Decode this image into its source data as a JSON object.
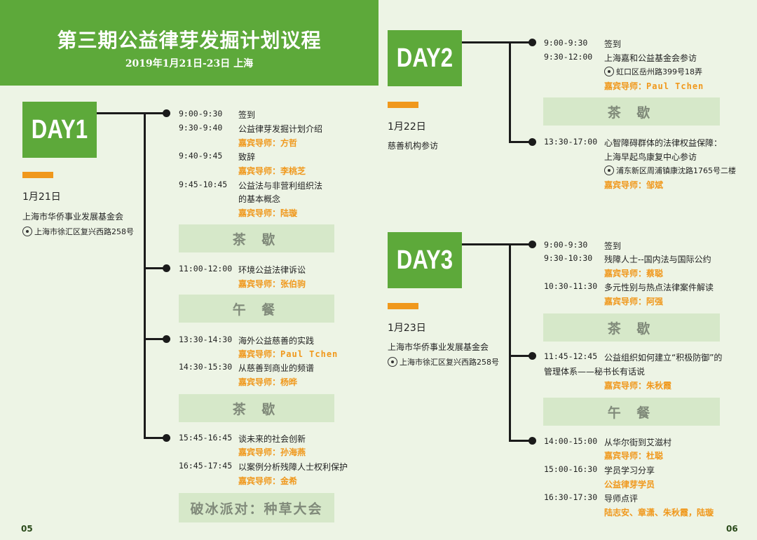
{
  "header": {
    "title": "第三期公益律芽发掘计划议程",
    "subtitle": "2019年1月21日-23日  上海"
  },
  "days": [
    {
      "label": "DAY1",
      "date": "1月21日",
      "org": "上海市华侨事业发展基金会",
      "address": "上海市徐汇区复兴西路258号"
    },
    {
      "label": "DAY2",
      "date": "1月22日",
      "org": "慈善机构参访"
    },
    {
      "label": "DAY3",
      "date": "1月23日",
      "org": "上海市华侨事业发展基金会",
      "address": "上海市徐汇区复兴西路258号"
    }
  ],
  "day1": {
    "s1": [
      {
        "time": "9:00-9:30",
        "title": "签到"
      },
      {
        "time": "9:30-9:40",
        "title": "公益律芽发掘计划介绍",
        "guest": "嘉宾导师：方哲"
      },
      {
        "time": "9:40-9:45",
        "title": "致辞",
        "guest": "嘉宾导师：李桃芝"
      },
      {
        "time": "9:45-10:45",
        "title": "公益法与非营利组织法",
        "title2": "的基本概念",
        "guest": "嘉宾导师：陆璇"
      }
    ],
    "break1": "茶 歇",
    "s2": [
      {
        "time": "11:00-12:00",
        "title": "环境公益法律诉讼",
        "guest": "嘉宾导师：张伯驹"
      }
    ],
    "break2": "午 餐",
    "s3": [
      {
        "time": "13:30-14:30",
        "title": "海外公益慈善的实践",
        "guest_prefix": "嘉宾导师：",
        "guest_name": "Paul Tchen"
      },
      {
        "time": "14:30-15:30",
        "title": "从慈善到商业的频谱",
        "guest": "嘉宾导师：杨晔"
      }
    ],
    "break3": "茶 歇",
    "s4": [
      {
        "time": "15:45-16:45",
        "title": "谈未来的社会创新",
        "guest": "嘉宾导师：孙海燕"
      },
      {
        "time": "16:45-17:45",
        "title": "以案例分析残障人士权利保护",
        "guest": "嘉宾导师：金希"
      }
    ],
    "closing": "破冰派对：种草大会"
  },
  "day2": {
    "s1": [
      {
        "time": "9:00-9:30",
        "title": "签到"
      },
      {
        "time": "9:30-12:00",
        "title": "上海嘉和公益基金会参访",
        "address": "虹口区岳州路399号18弄",
        "guest_prefix": "嘉宾导师：",
        "guest_name": "Paul Tchen"
      }
    ],
    "break1": "茶 歇",
    "s2": [
      {
        "time": "13:30-17:00",
        "title": "心智障碍群体的法律权益保障：",
        "title2": "上海早起鸟康复中心参访",
        "address": "浦东新区周浦镇康沈路1765号二楼",
        "guest": "嘉宾导师：邹斌"
      }
    ]
  },
  "day3": {
    "s1": [
      {
        "time": "9:00-9:30",
        "title": "签到"
      },
      {
        "time": "9:30-10:30",
        "title": "残障人士--国内法与国际公约",
        "guest": "嘉宾导师：蔡聪"
      },
      {
        "time": "10:30-11:30",
        "title": "多元性别与热点法律案件解读",
        "guest": "嘉宾导师：阿强"
      }
    ],
    "break1": "茶 歇",
    "s2": [
      {
        "time": "11:45-12:45",
        "title": "公益组织如何建立“积极防御”的",
        "title2": "管理体系——秘书长有话说",
        "guest": "嘉宾导师：朱秋霞"
      }
    ],
    "break2": "午 餐",
    "s3": [
      {
        "time": "14:00-15:00",
        "title": "从华尔街到艾滋村",
        "guest": "嘉宾导师：杜聪"
      },
      {
        "time": "15:00-16:30",
        "title": "学员学习分享",
        "guest": "公益律芽学员"
      },
      {
        "time": "16:30-17:30",
        "title": "导师点评",
        "guest": "陆志安、章潇、朱秋霞，陆璇"
      }
    ]
  },
  "page_numbers": {
    "left": "05",
    "right": "06"
  },
  "colors": {
    "green": "#5da93a",
    "orange": "#f0981c",
    "break_bg": "#d6e8c9",
    "page_bg": "#edf4e5"
  }
}
